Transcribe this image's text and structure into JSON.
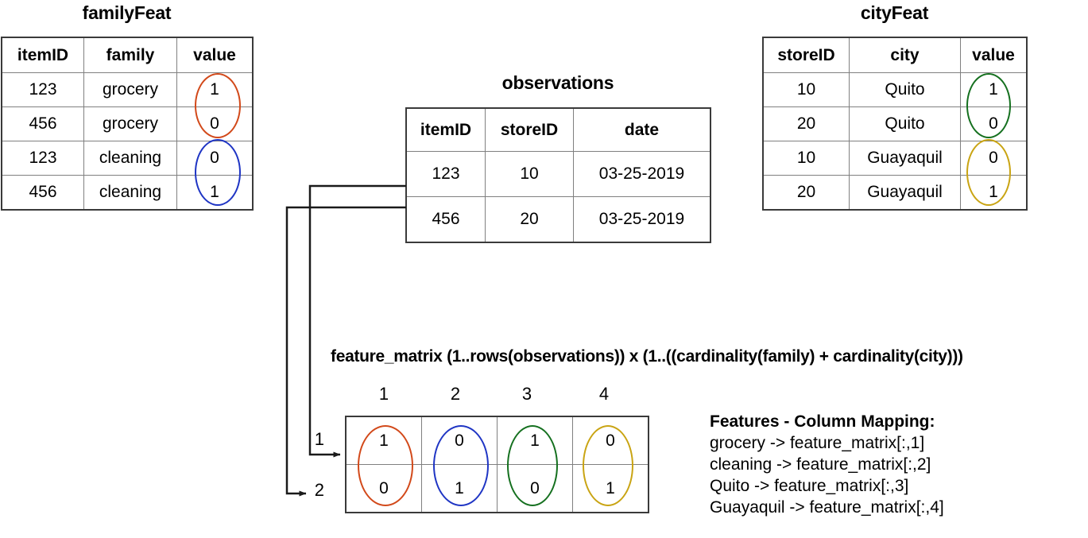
{
  "tables": {
    "familyFeat": {
      "title": "familyFeat",
      "headers": [
        "itemID",
        "family",
        "value"
      ],
      "rows": [
        [
          "123",
          "grocery",
          "1"
        ],
        [
          "456",
          "grocery",
          "0"
        ],
        [
          "123",
          "cleaning",
          "0"
        ],
        [
          "456",
          "cleaning",
          "1"
        ]
      ]
    },
    "observations": {
      "title": "observations",
      "headers": [
        "itemID",
        "storeID",
        "date"
      ],
      "rows": [
        [
          "123",
          "10",
          "03-25-2019"
        ],
        [
          "456",
          "20",
          "03-25-2019"
        ]
      ]
    },
    "cityFeat": {
      "title": "cityFeat",
      "headers": [
        "storeID",
        "city",
        "value"
      ],
      "rows": [
        [
          "10",
          "Quito",
          "1"
        ],
        [
          "20",
          "Quito",
          "0"
        ],
        [
          "10",
          "Guayaquil",
          "0"
        ],
        [
          "20",
          "Guayaquil",
          "1"
        ]
      ]
    }
  },
  "feature_matrix": {
    "title": "feature_matrix (1..rows(observations)) x (1..((cardinality(family) + cardinality(city)))",
    "column_labels": [
      "1",
      "2",
      "3",
      "4"
    ],
    "row_labels": [
      "1",
      "2"
    ],
    "values": [
      [
        "1",
        "0",
        "1",
        "0"
      ],
      [
        "0",
        "1",
        "0",
        "1"
      ]
    ]
  },
  "legend": {
    "heading": "Features - Column Mapping:",
    "lines": [
      "grocery -> feature_matrix[:,1]",
      "cleaning -> feature_matrix[:,2]",
      "Quito -> feature_matrix[:,3]",
      "Guayaquil -> feature_matrix[:,4]"
    ]
  },
  "colors": {
    "grocery": "#d2491a",
    "cleaning": "#1f35c4",
    "quito": "#15701f",
    "guayaquil": "#c9a413",
    "grid_line": "#808080",
    "grid_border": "#3a3a3a",
    "connector": "#1a1a1a"
  }
}
